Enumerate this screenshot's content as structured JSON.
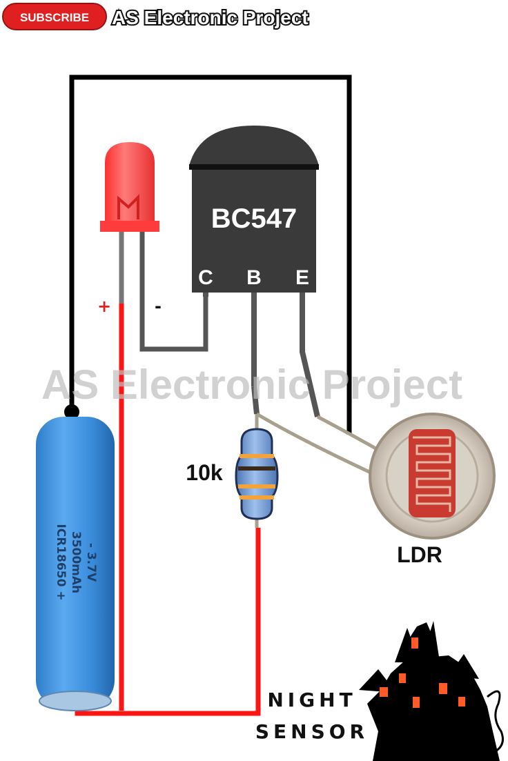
{
  "header": {
    "subscribe_label": "SUBSCRIBE",
    "channel_name": "AS Electronic Project"
  },
  "watermark": {
    "text": "AS Electronic Project"
  },
  "transistor": {
    "part": "BC547",
    "pin_c": "C",
    "pin_b": "B",
    "pin_e": "E"
  },
  "led": {
    "plus": "+",
    "minus": "-"
  },
  "resistor": {
    "value": "10k"
  },
  "ldr": {
    "label": "LDR"
  },
  "battery": {
    "line_1": "- 3.7V",
    "line_2": "3500mAh",
    "line_3": "ICR18650 +"
  },
  "title": {
    "line_1": "NIGHT",
    "line_2": "SENSOR"
  },
  "icons": {
    "subscribe": "subscribe-button-icon",
    "house": "haunted-house-icon"
  },
  "colors": {
    "wire_positive": "#ff1414",
    "wire_negative": "#000000",
    "wire_lead": "#555555",
    "led": "#ff4a4a",
    "transistor_body": "#3a3a3a",
    "battery": "#3d8fd8",
    "subscribe": "#e02020"
  }
}
